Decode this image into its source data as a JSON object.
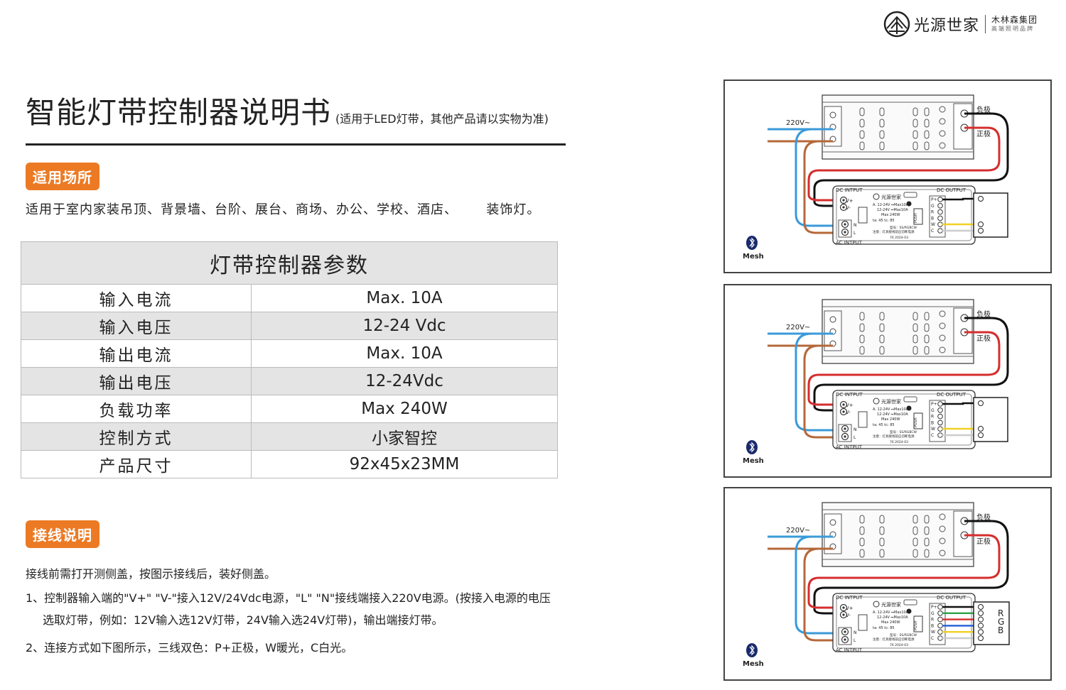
{
  "brand": {
    "name": "光源世家",
    "group_name": "木林森集团",
    "group_sub": "高端照明品牌"
  },
  "title": "智能灯带控制器说明书",
  "subtitle": "(适用于LED灯带，其他产品请以实物为准)",
  "sections": {
    "usage": {
      "label": "适用场所",
      "text": "适用于室内家装吊顶、背景墙、台阶、展台、商场、办公、学校、酒店、      装饰灯。"
    },
    "wiring": {
      "label": "接线说明",
      "intro": "接线前需打开测侧盖，按图示接线后，装好侧盖。",
      "step1_line1": "1、控制器输入端的\"V+\" \"V-\"接入12V/24Vdc电源，\"L\" \"N\"接线端接入220V电源。(按接入电源的电压",
      "step1_line2": "选取灯带，例如：12V输入选12V灯带，24V输入选24V灯带)，输出端接灯带。",
      "step2": "2、连接方式如下图所示，三线双色：P+正极，W暖光，C白光。"
    }
  },
  "table": {
    "header": "灯带控制器参数",
    "rows": [
      {
        "key": "输入电流",
        "value": "Max. 10A"
      },
      {
        "key": "输入电压",
        "value": "12-24 Vdc"
      },
      {
        "key": "输出电流",
        "value": "Max. 10A"
      },
      {
        "key": "输出电压",
        "value": "12-24Vdc"
      },
      {
        "key": "负载功率",
        "value": "Max 240W"
      },
      {
        "key": "控制方式",
        "value": "小家智控"
      },
      {
        "key": "产品尺寸",
        "value": "92x45x23MM"
      }
    ]
  },
  "diagram_labels": {
    "ac_voltage": "220V~",
    "negative": "负极",
    "positive": "正极",
    "dc_input": "DC INTPUT",
    "dc_output": "DC OUTPUT",
    "ac_input": "AC INTPUT",
    "v_plus": "V+",
    "v_minus": "V-",
    "n": "N",
    "l": "L",
    "out_pins": [
      "P+",
      "G",
      "R",
      "B",
      "W",
      "C"
    ],
    "mesh": "Mesh",
    "module_brand": "光源世家",
    "spec_a": "A. 12-24V ⎓Max10A",
    "spec_b": "12-24V ⎓Max10A",
    "spec_c": "Max 240W",
    "spec_d": "ta: 45  tc: 85",
    "push": "PUSH",
    "note1": "型号：SS/RGBCW",
    "note2": "注意：灯具接线前应切断电源",
    "serial": "76  2024-03",
    "rgb": [
      "R",
      "G",
      "B"
    ]
  },
  "colors": {
    "accent": "#ec7a24",
    "wire_blue": "#3a9ad9",
    "wire_brown": "#b5683a",
    "wire_red": "#d62d2d",
    "wire_black": "#111111",
    "wire_yellow": "#f2d024",
    "wire_green": "#2ca24a",
    "wire_rgb_blue": "#1f5fd6"
  }
}
